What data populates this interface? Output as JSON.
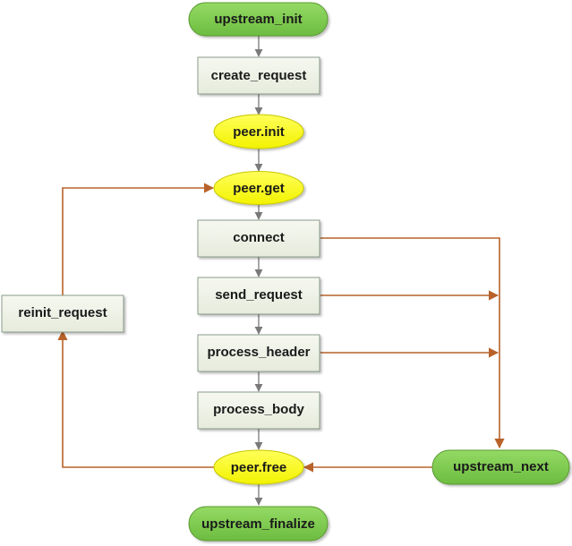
{
  "nodes": {
    "upstream_init": "upstream_init",
    "create_request": "create_request",
    "peer_init": "peer.init",
    "peer_get": "peer.get",
    "connect": "connect",
    "send_request": "send_request",
    "process_header": "process_header",
    "process_body": "process_body",
    "peer_free": "peer.free",
    "upstream_finalize": "upstream_finalize",
    "reinit_request": "reinit_request",
    "upstream_next": "upstream_next"
  },
  "colors": {
    "terminal_fill": "#7ec850",
    "terminal_stroke": "#5a9a32",
    "process_fill": "#eef2e6",
    "process_stroke": "#8a9a8a",
    "peer_fill": "#ffff1a",
    "peer_stroke": "#c8c800",
    "main_arrow": "#7a7a7a",
    "loop_arrow": "#b8622a"
  }
}
